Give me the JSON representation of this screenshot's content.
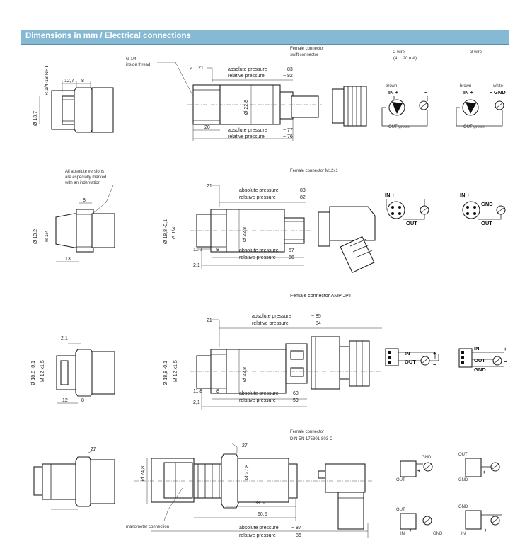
{
  "header": {
    "title": "Dimensions in mm / Electrical connections"
  },
  "row1": {
    "g14_label": "G 1/4",
    "inside_thread_label": "inside thread",
    "thread_npt": "R 1/4-18 NPT",
    "d137": "Ø 13,7",
    "dim_127": "12,7",
    "dim_8": "8",
    "wrench_21": "21",
    "abs_label": "absolute pressure",
    "rel_label": "relative pressure",
    "abs_top": "~ 83",
    "rel_top": "~ 82",
    "abs_bottom": "~ 77",
    "rel_bottom": "~ 76",
    "d228": "Ø 22,8",
    "dim_20": "20",
    "connector_label_1": "Female connector",
    "connector_label_2": "swift connector",
    "wire2_title": "2 wire",
    "wire2_sub": "(4 ... 20 mA)",
    "wire3_title": "3 wire",
    "brown": "brown",
    "white": "white",
    "in_plus": "IN +",
    "minus": "−",
    "gnd": "GND",
    "out_green": "OUT green"
  },
  "row2": {
    "note_1": "All absolute versions",
    "note_2": "are especially marked",
    "note_3": "with an indentation",
    "d132": "Ø 13,2",
    "r14": "R 1/4",
    "dim_8": "8",
    "dim_13": "13",
    "wrench_21": "21",
    "abs_label": "absolute pressure",
    "rel_label": "relative pressure",
    "abs_top": "~ 83",
    "rel_top": "~ 82",
    "abs_bottom": "~ 57",
    "rel_bottom": "~ 56",
    "d188": "Ø 18,8 -0,1",
    "g14": "G 1/4",
    "d228": "Ø 22,8",
    "dim_117": "11,7",
    "dim_8b": "8",
    "dim_21": "2,1",
    "connector_label": "Female connector M12x1",
    "in_plus": "IN +",
    "minus": "−",
    "gnd": "GND",
    "out": "OUT"
  },
  "row3": {
    "connector_label": "Female connector AMP JPT",
    "dim_21": "2,1",
    "d188": "Ø 18,8 -0,1",
    "m12": "M 12 x1,5",
    "dim_12": "12",
    "dim_8": "8",
    "wrench_21": "21",
    "abs_label": "absolute pressure",
    "rel_label": "relative pressure",
    "abs_top": "~ 85",
    "rel_top": "~ 84",
    "abs_bottom": "~ 60",
    "rel_bottom": "~ 59",
    "d228": "Ø 22,8",
    "dim_118": "11,8",
    "dim_8b": "8",
    "dim_21b": "2,1",
    "in": "IN",
    "out": "OUT",
    "gnd": "GND",
    "plus": "+",
    "minus": "−"
  },
  "row4": {
    "connector_label_1": "Female connector",
    "connector_label_2": "DIN EN 175301-803-C",
    "wrench_27": "27",
    "d248": "Ø 24,8",
    "d278": "Ø 27,8",
    "dim_395": "39.5",
    "dim_605": "60.5",
    "manometer": "manometer connection",
    "abs_label": "absolute pressure",
    "rel_label": "relative pressure",
    "abs_val": "~ 87",
    "rel_val": "~ 86",
    "gnd": "GND",
    "out": "OUT",
    "in": "IN",
    "plus": "+",
    "minus": "−"
  }
}
